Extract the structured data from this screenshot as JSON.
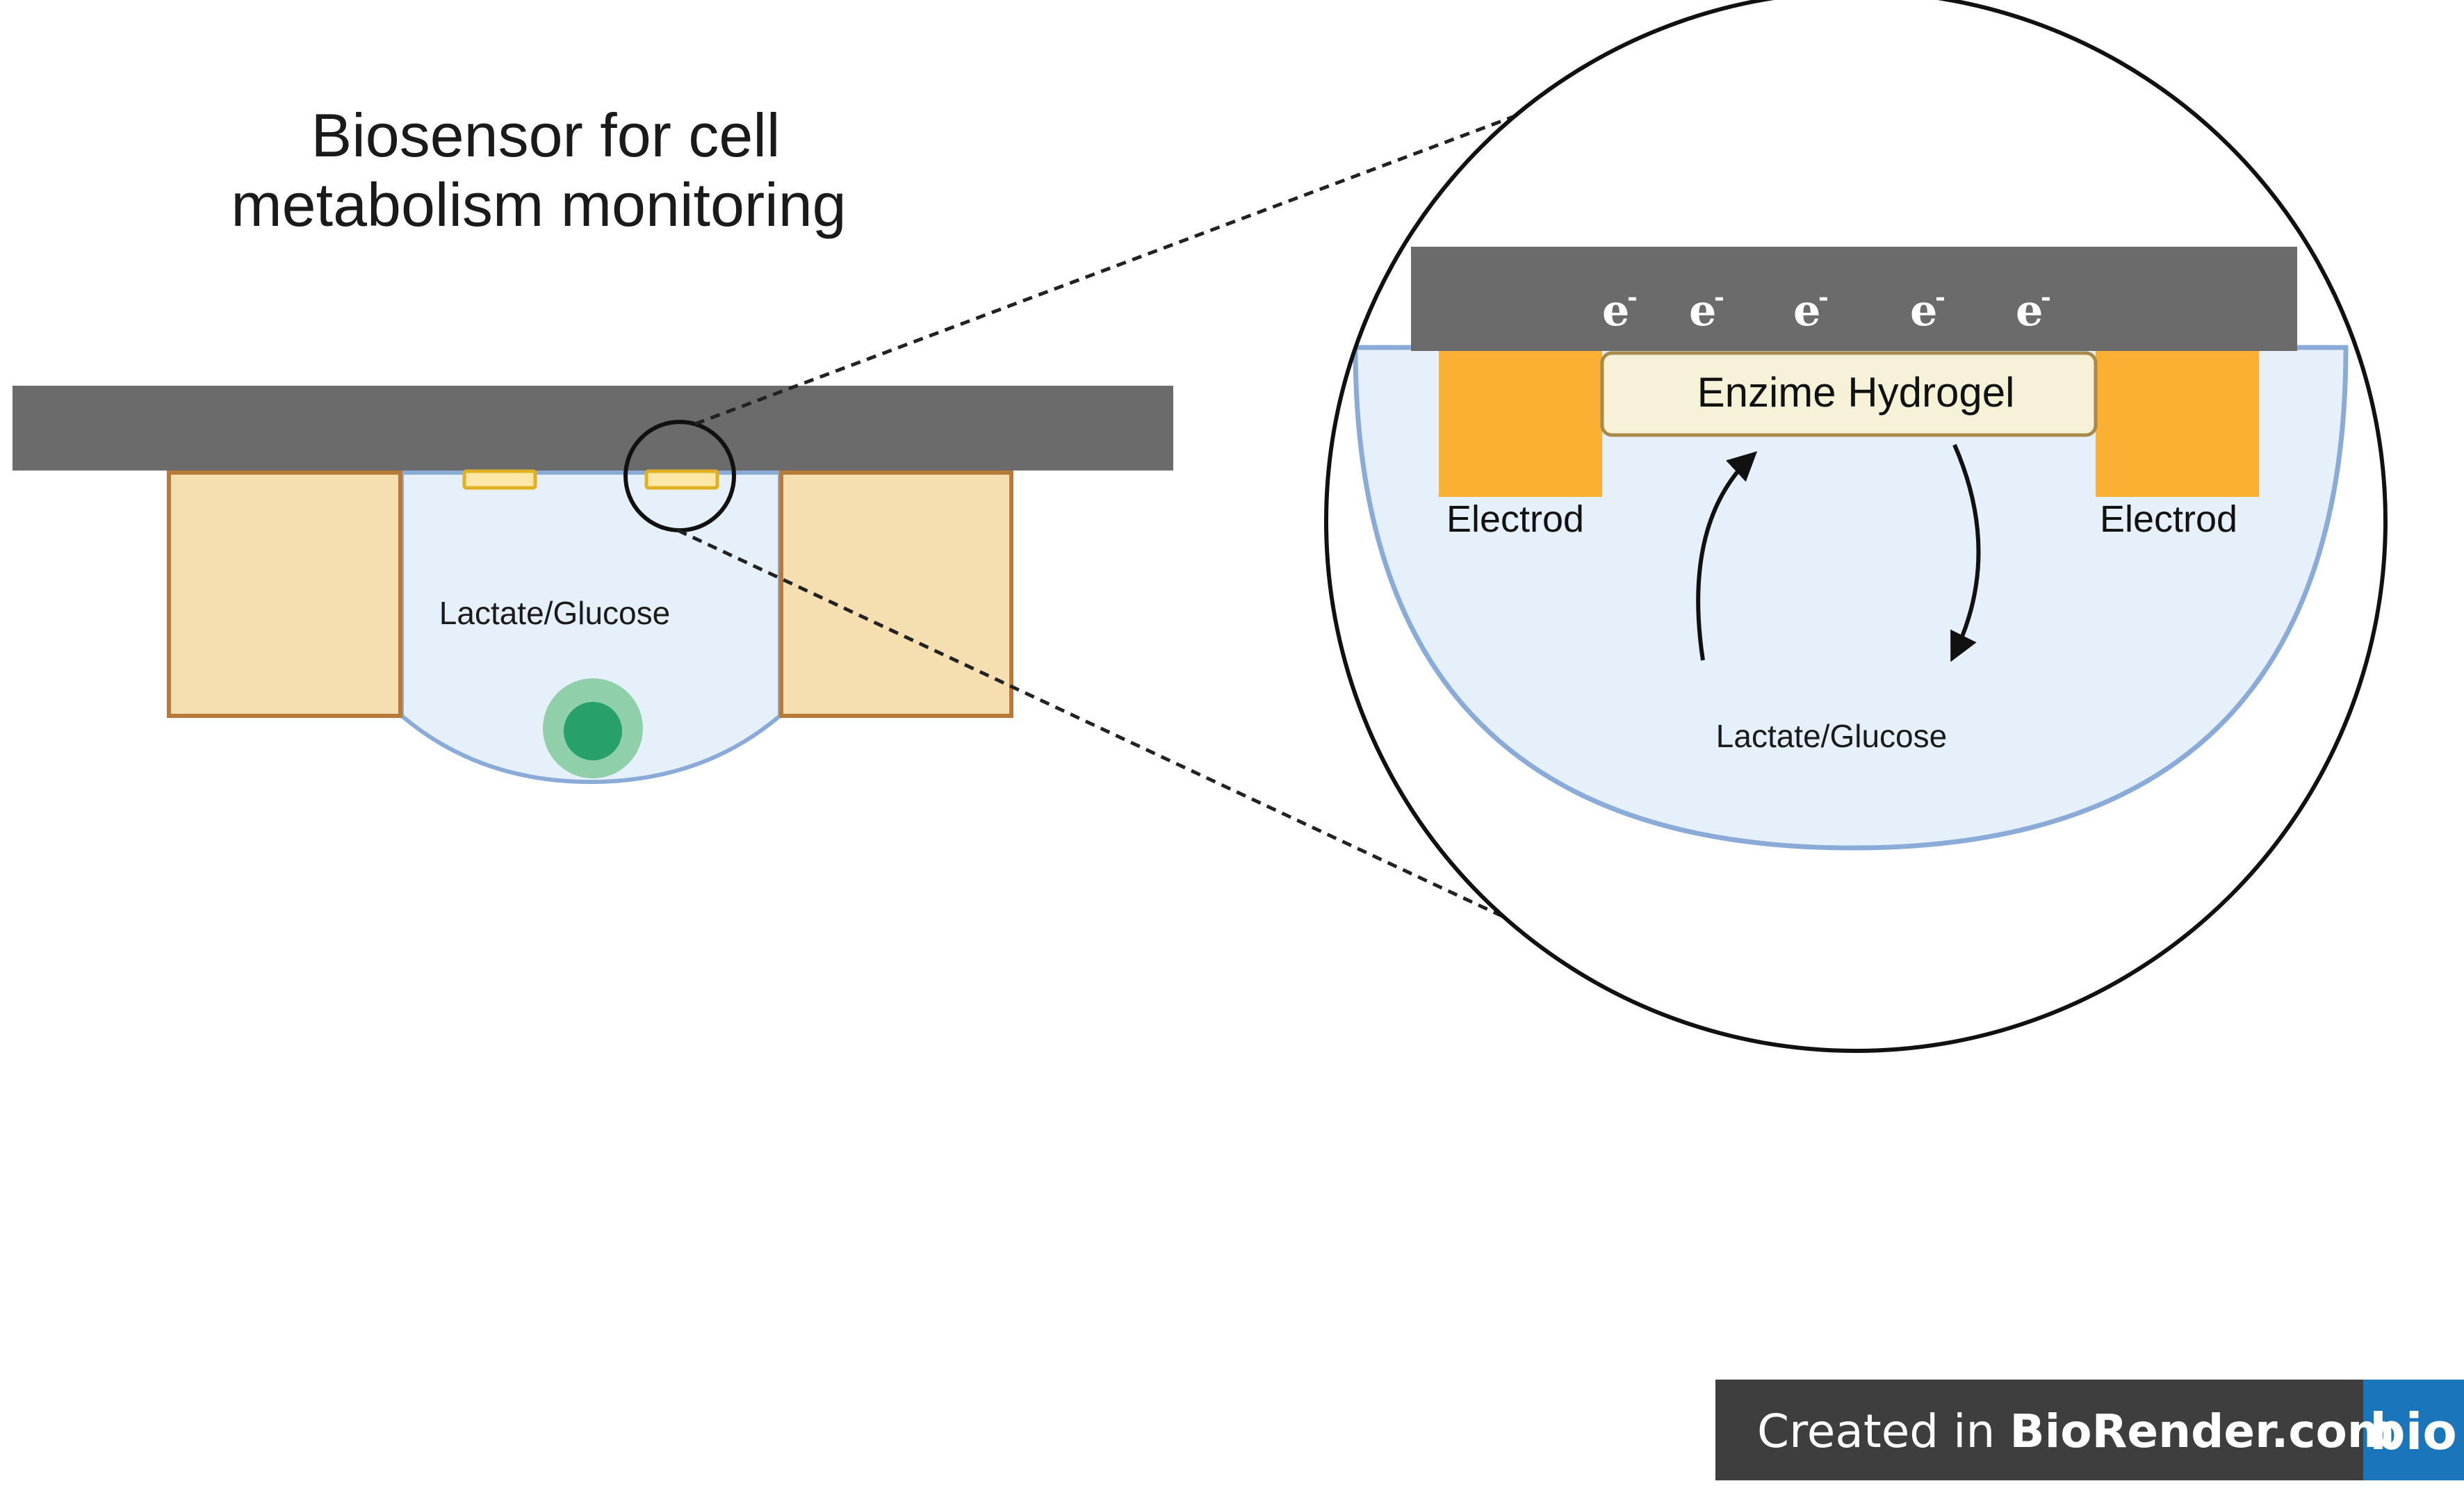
{
  "title": {
    "line1": "Biosensor for cell",
    "line2": "metabolism monitoring"
  },
  "left_view": {
    "analyte_label": "Lactate/Glucose"
  },
  "zoom_view": {
    "electron_symbol": "e",
    "electron_superscript": "-",
    "hydrogel_label": "Enzime Hydrogel",
    "left_electrode_label": "Electrod",
    "right_electrode_label": "Electrod",
    "analyte_label": "Lactate/Glucose"
  },
  "badge": {
    "created_text": "Created in ",
    "brand_text": "BioRender.com",
    "logo_text": "bio"
  },
  "colors": {
    "substrate_gray": "#6b6b6b",
    "medium_blue": "#e6f0fb",
    "medium_outline": "#8aaad8",
    "well_wall_tan": "#f5deb0",
    "well_wall_outline": "#b87a3a",
    "electrode_orange": "#fcb033",
    "hydrogel_fill": "#f6f2d8",
    "cell_outer": "#8fcfa9",
    "cell_inner": "#27a06a",
    "badge_dark": "#3e3e3e",
    "badge_blue": "#1a75bb"
  }
}
